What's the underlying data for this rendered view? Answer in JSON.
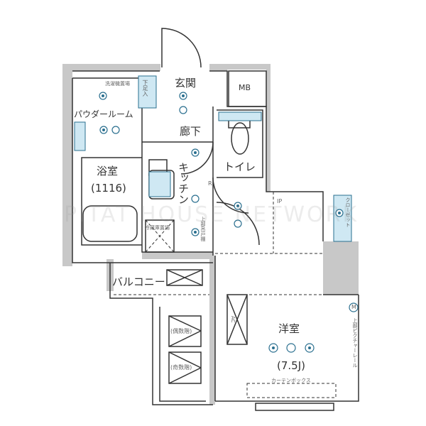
{
  "rooms": {
    "entrance": "玄関",
    "meter_box": "MB",
    "powder_room": "パウダールーム",
    "bathroom": "浴室",
    "bathroom_size": "(1116)",
    "hallway": "廊下",
    "kitchen": "キッチン",
    "toilet": "トイレ",
    "balcony": "バルコニー",
    "western_room": "洋室",
    "western_room_size": "(7.5J)"
  },
  "annotations": {
    "shoe_cabinet": "下足入",
    "washer_space": "洗濯機置場",
    "fridge_space": "冷蔵庫置場",
    "upper_cabinet": "上部吊戸棚",
    "closet": "クローゼット",
    "picture_rail": "上部ピクチャーレール",
    "curtain_box": "カーテンボックス",
    "even_floor": "(偶数階)",
    "odd_floor": "(奇数階)",
    "ip": "IP",
    "refrigerator_r": "R",
    "meter_m": "M",
    "ac": "AC"
  },
  "watermark": "PITAT HOUSE NETWORK",
  "colors": {
    "wall": "#c8c8c8",
    "line": "#333333",
    "fixture": "#cfe8f3",
    "outlet": "#2a6f8f"
  }
}
